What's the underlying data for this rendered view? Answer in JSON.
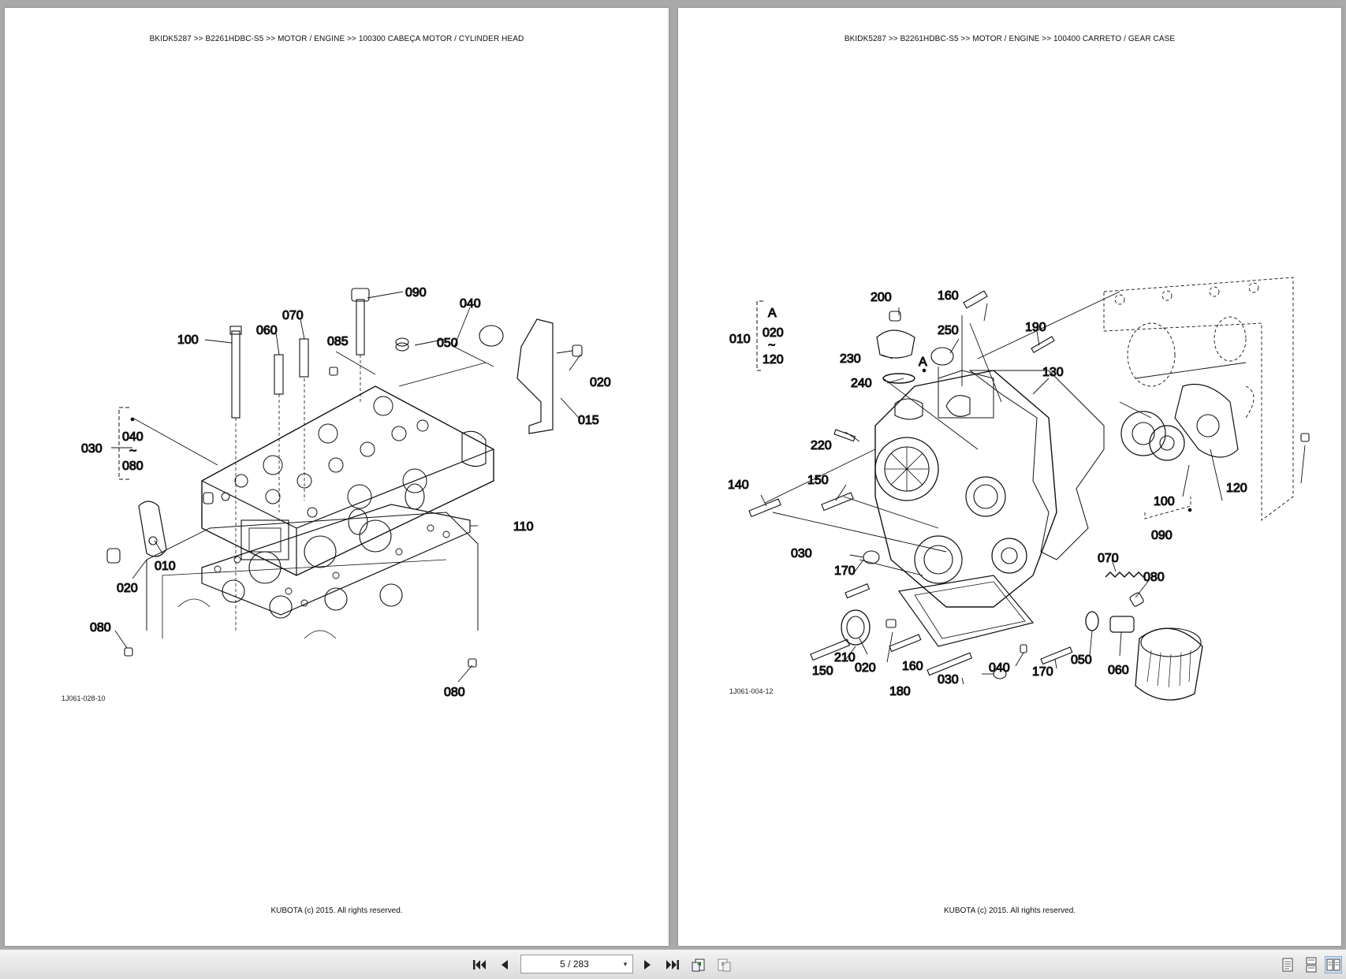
{
  "pages": [
    {
      "header": "BKIDK5287 >> B2261HDBC-S5 >> MOTOR / ENGINE >> 100300   CABEÇA MOTOR / CYLINDER HEAD",
      "figure_code": "1J061-028-10",
      "footer": "KUBOTA (c) 2015. All rights reserved.",
      "callouts": [
        "100",
        "060",
        "070",
        "090",
        "040",
        "085",
        "050",
        "020",
        "015",
        "030",
        "040",
        "~",
        "080",
        "110",
        "010",
        "020",
        "080",
        "080"
      ]
    },
    {
      "header": "BKIDK5287 >> B2261HDBC-S5 >> MOTOR / ENGINE >> 100400   CARRETO / GEAR CASE",
      "figure_code": "1J061-004-12",
      "footer": "KUBOTA (c) 2015. All rights reserved.",
      "callouts": [
        "200",
        "160",
        "010",
        "A",
        "020",
        "~",
        "120",
        "250",
        "190",
        "230",
        "A",
        "240",
        "130",
        "220",
        "150",
        "140",
        "100",
        "120",
        "090",
        "030",
        "170",
        "070",
        "080",
        "210",
        "150",
        "020",
        "160",
        "040",
        "170",
        "050",
        "060",
        "030",
        "180"
      ]
    }
  ],
  "toolbar": {
    "page_indicator": "5 / 283",
    "dropdown_glyph": "▾",
    "icons": [
      "first-page-icon",
      "prev-page-icon",
      "next-page-icon",
      "last-page-icon",
      "go-back-icon",
      "go-forward-icon",
      "single-page-view-icon",
      "continuous-view-icon",
      "facing-view-icon"
    ]
  }
}
